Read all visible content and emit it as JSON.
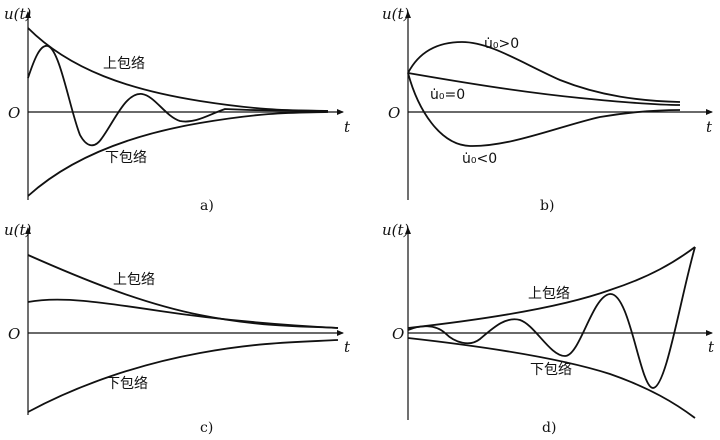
{
  "panels": [
    {
      "caption": "a)",
      "y_axis_label": "u(t)",
      "x_axis_label": "t",
      "origin_label": "O",
      "annotations": [
        "上包络",
        "下包络"
      ]
    },
    {
      "caption": "b)",
      "y_axis_label": "u(t)",
      "x_axis_label": "t",
      "origin_label": "O",
      "annotations": [
        "u̇₀>0",
        "u̇₀=0",
        "u̇₀<0"
      ]
    },
    {
      "caption": "c)",
      "y_axis_label": "u(t)",
      "x_axis_label": "t",
      "origin_label": "O",
      "annotations": [
        "上包络",
        "下包络"
      ]
    },
    {
      "caption": "d)",
      "y_axis_label": "u(t)",
      "x_axis_label": "t",
      "origin_label": "O",
      "annotations": [
        "上包络",
        "下包络"
      ]
    }
  ]
}
